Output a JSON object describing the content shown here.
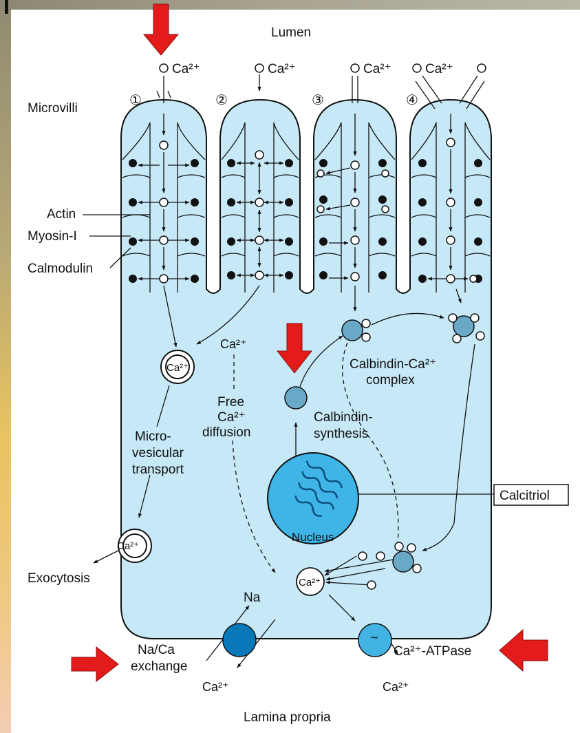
{
  "labels": {
    "lumen": "Lumen",
    "microvilli": "Microvilli",
    "route_1": "①",
    "route_2": "②",
    "route_3": "③",
    "route_4": "④",
    "ca_top_1": "Ca²⁺",
    "ca_top_2": "Ca²⁺",
    "ca_top_3": "Ca²⁺",
    "ca_top_4": "Ca²⁺",
    "actin": "Actin",
    "myosin": "Myosin-I",
    "calmodulin": "Calmodulin",
    "vesicle_ca": "Ca²⁺",
    "free_ca_top": "Ca²⁺",
    "free_ca_line1": "Free",
    "free_ca_line2": "Ca²⁺",
    "free_ca_line3": "diffusion",
    "micro_line1": "Micro-",
    "micro_line2": "vesicular",
    "micro_line3": "transport",
    "calbindin_complex_line1": "Calbindin-Ca²⁺",
    "calbindin_complex_line2": "complex",
    "calbindin_synth_line1": "Calbindin-",
    "calbindin_synth_line2": "synthesis",
    "nucleus": "Nucleus",
    "calcitriol": "Calcitriol",
    "exo_ca": "Ca²⁺",
    "exocytosis": "Exocytosis",
    "pool_ca": "Ca²⁺",
    "na": "Na",
    "naca_line1": "Na/Ca",
    "naca_line2": "exchange",
    "ca_bottom_left": "Ca²⁺",
    "atpase": "Ca²⁺-ATPase",
    "atpase_symbol": "~",
    "ca_bottom_right": "Ca²⁺",
    "lamina": "Lamina propria"
  },
  "colors": {
    "cell_fill": "#c7e8f7",
    "nucleus_fill": "#3eb5e6",
    "calbindin_fill": "#6aa8c8",
    "exchanger_fill": "#0a78b8",
    "atpase_fill": "#42b3e3",
    "arrow_red": "#e31b1b"
  }
}
